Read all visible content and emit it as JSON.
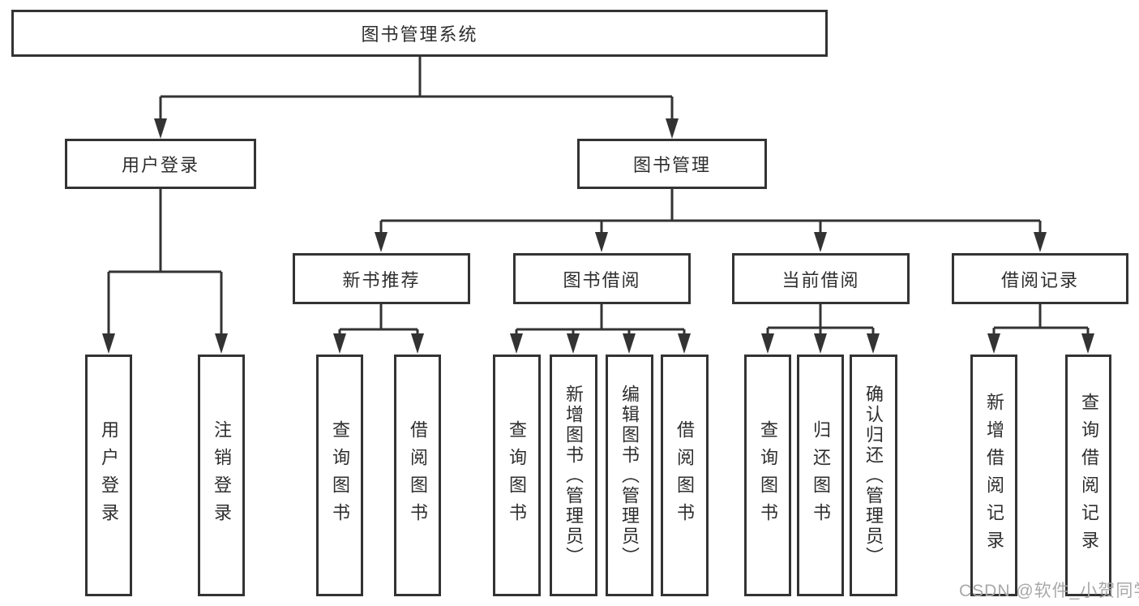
{
  "tree": {
    "root": {
      "label": "图书管理系统"
    },
    "branches": [
      {
        "label": "用户登录",
        "children": [
          {
            "label": "用户登录"
          },
          {
            "label": "注销登录"
          }
        ]
      },
      {
        "label": "图书管理",
        "children": [
          {
            "label": "新书推荐",
            "children": [
              {
                "label": "查询图书"
              },
              {
                "label": "借阅图书"
              }
            ]
          },
          {
            "label": "图书借阅",
            "children": [
              {
                "label": "查询图书"
              },
              {
                "label": "新增图书（管理员）"
              },
              {
                "label": "编辑图书（管理员）"
              },
              {
                "label": "借阅图书"
              }
            ]
          },
          {
            "label": "当前借阅",
            "children": [
              {
                "label": "查询图书"
              },
              {
                "label": "归还图书"
              },
              {
                "label": "确认归还（管理员）"
              }
            ]
          },
          {
            "label": "借阅记录",
            "children": [
              {
                "label": "新增借阅记录"
              },
              {
                "label": "查询借阅记录"
              }
            ]
          }
        ]
      }
    ]
  },
  "watermark": {
    "text": "CSDN @软件_小贺同学"
  },
  "colors": {
    "line": "#333333",
    "text": "#2e2e2e",
    "background": "#ffffff",
    "watermark": "#a8a8a8"
  }
}
